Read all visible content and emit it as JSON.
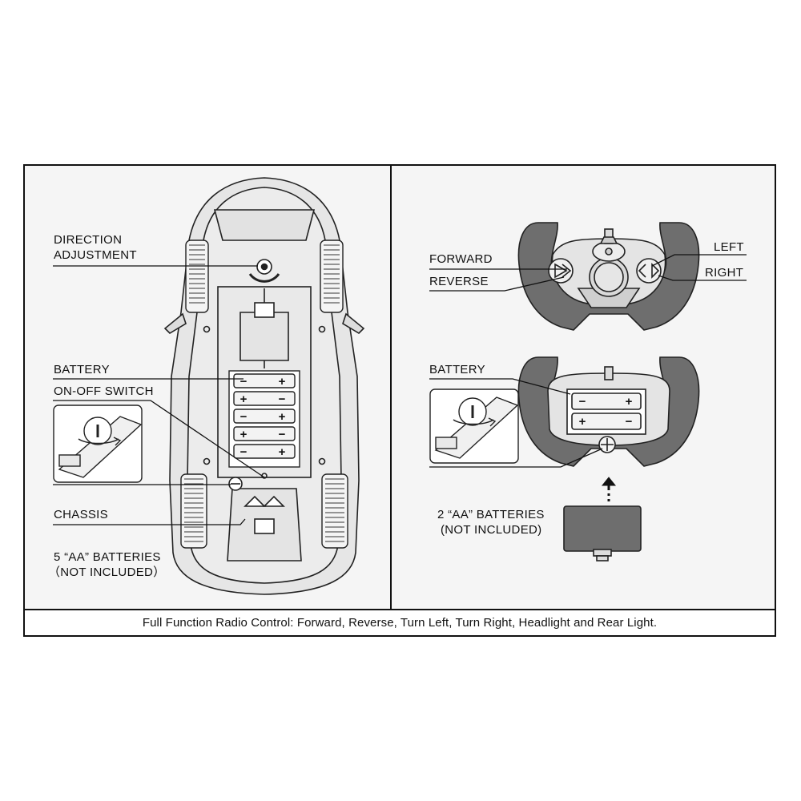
{
  "car_panel": {
    "direction_adjustment_line1": "DIRECTION",
    "direction_adjustment_line2": "ADJUSTMENT",
    "battery": "BATTERY",
    "on_off_switch": "ON-OFF SWITCH",
    "chassis": "CHASSIS",
    "batteries_line1": "5 “AA” BATTERIES",
    "batteries_line2": "（NOT INCLUDED）"
  },
  "remote_panel": {
    "forward": "FORWARD",
    "reverse": "REVERSE",
    "left": "LEFT",
    "right": "RIGHT",
    "battery": "BATTERY",
    "batteries_line1": "2 “AA” BATTERIES",
    "batteries_line2": "(NOT INCLUDED)"
  },
  "caption": "Full Function Radio Control: Forward, Reverse, Turn Left, Turn Right, Headlight and Rear Light.",
  "colors": {
    "line": "#111111",
    "panel": "#f5f5f5",
    "grip": "#6e6e6e",
    "body_fill": "#e8e8e8"
  },
  "icons": [
    "battery-pack-icon",
    "power-switch-icon",
    "arrow-up-icon",
    "forward-reverse-button-icon",
    "left-right-button-icon"
  ]
}
